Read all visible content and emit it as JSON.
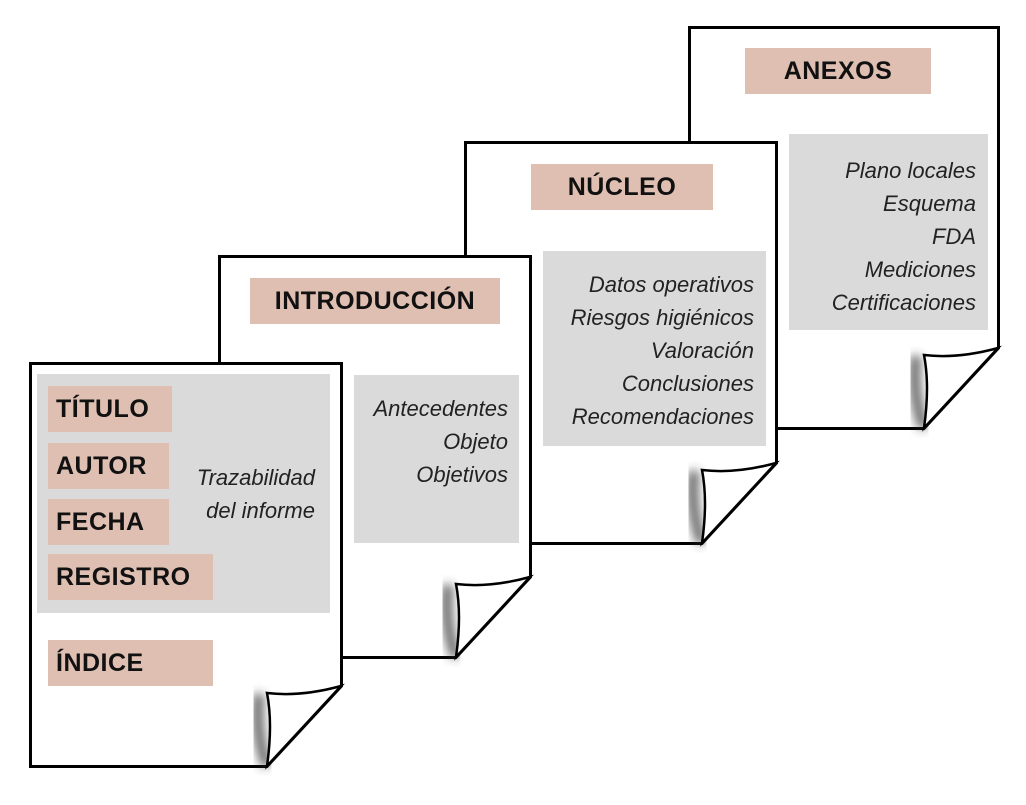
{
  "diagram": {
    "pages": [
      {
        "id": "portada",
        "tags": [
          "TÍTULO",
          "AUTOR",
          "FECHA",
          "REGISTRO"
        ],
        "note": [
          "Trazabilidad",
          "del informe"
        ],
        "extra_tag": "ÍNDICE"
      },
      {
        "id": "introduccion",
        "title": "INTRODUCCIÓN",
        "items": [
          "Antecedentes",
          "Objeto",
          "Objetivos"
        ]
      },
      {
        "id": "nucleo",
        "title": "NÚCLEO",
        "items": [
          "Datos operativos",
          "Riesgos higiénicos",
          "Valoración",
          "Conclusiones",
          "Recomendaciones"
        ]
      },
      {
        "id": "anexos",
        "title": "ANEXOS",
        "items": [
          "Plano locales",
          "Esquema",
          "FDA",
          "Mediciones",
          "Certificaciones"
        ]
      }
    ],
    "colors": {
      "tag": "#dfbfb2",
      "panel": "#dadada",
      "stroke": "#000000"
    }
  }
}
